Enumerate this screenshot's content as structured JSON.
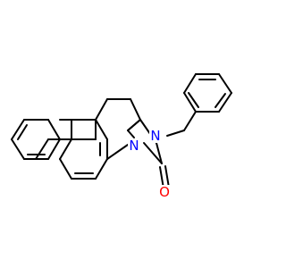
{
  "molecule": {
    "atoms": {
      "n1": "N",
      "n2": "N",
      "o1": "O"
    },
    "colors": {
      "bond": "#000000",
      "nitrogen": "#0000ff",
      "oxygen": "#ff0000",
      "background": "#ffffff"
    }
  }
}
